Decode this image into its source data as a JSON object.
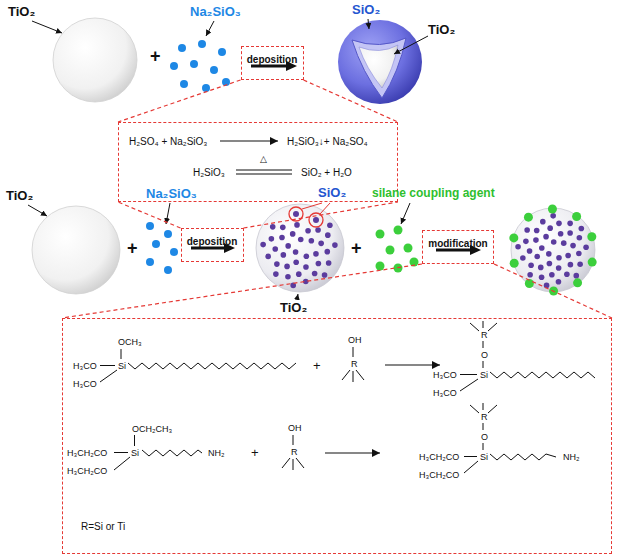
{
  "diagram": {
    "nodes": [
      {
        "text": [
          "deposition"
        ]
      },
      {
        "text": [
          "H₂SO₄ + Na₂SiO₃",
          "H₂SiO₃↓+ Na₂SO₄",
          "△",
          "H₂SiO₃",
          "SiO₂ + H₂O"
        ]
      },
      {
        "text": [
          "deposition"
        ]
      },
      {
        "text": [
          "modification"
        ]
      },
      {
        "text": [
          "OCH₃",
          "H₃CO",
          "Si",
          "H₃CO",
          "+",
          "OH",
          "R",
          "R",
          "O",
          "H₃CO",
          "Si",
          "H₃CO",
          "OCH₂CH₃",
          "H₃CH₂CO",
          "Si",
          "H₃CH₂CO",
          "NH₂",
          "+",
          "OH",
          "R",
          "R",
          "O",
          "H₃CH₂CO",
          "Si",
          "H₃CH₂CO",
          "NH₂",
          "R=Si or Ti"
        ]
      }
    ],
    "edges": [
      {
        "from": 0,
        "to": 1,
        "arrow": "none"
      },
      {
        "from": 2,
        "to": 1,
        "arrow": "none"
      },
      {
        "from": 3,
        "to": 4,
        "arrow": "none"
      }
    ],
    "labels": [
      "TiO₂",
      "+",
      "Na₂SiO₃",
      "SiO₂",
      "TiO₂",
      "TiO₂",
      "+",
      "Na₂SiO₃",
      "SiO₂",
      "TiO₂",
      "+",
      "silane coupling agent"
    ]
  }
}
